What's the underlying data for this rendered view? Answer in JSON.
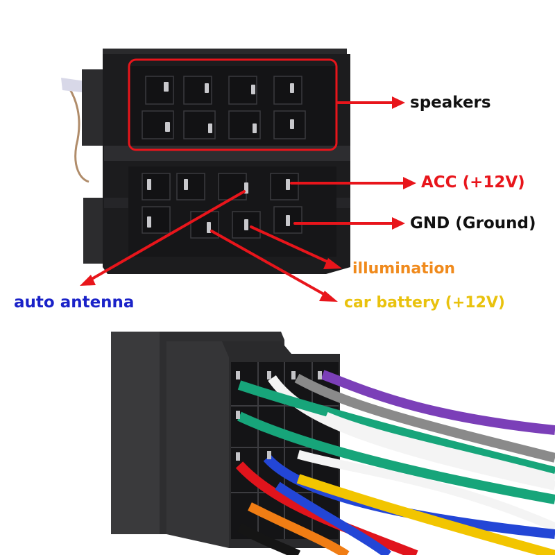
{
  "labels": {
    "speakers": "speakers",
    "acc": "ACC (+12V)",
    "gnd": "GND (Ground)",
    "illumination": "illumination",
    "auto_antenna": "auto antenna",
    "car_battery": "car battery (+12V)"
  },
  "colors": {
    "arrow": "#e8151b",
    "label_default": "#111111",
    "label_acc": "#e8151b",
    "label_illumination": "#f08a1c",
    "label_antenna": "#1a22c8",
    "label_battery": "#e9c20e",
    "connector_body": "#1c1c1e",
    "wire_purple": "#7b3fb8",
    "wire_gray": "#8a8a8a",
    "wire_green": "#17a57a",
    "wire_white": "#f4f4f4",
    "wire_yellow": "#f2c500",
    "wire_red": "#e0141c",
    "wire_blue": "#2346d6",
    "wire_black": "#151515",
    "wire_orange": "#f07d14"
  }
}
